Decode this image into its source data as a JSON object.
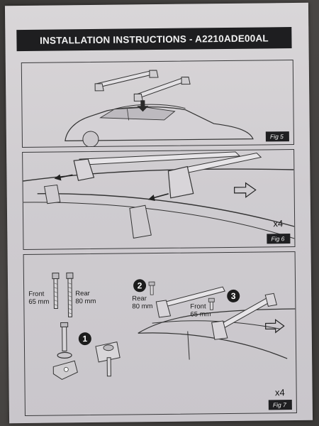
{
  "header": {
    "title": "INSTALLATION INSTRUCTIONS - A2210ADE00AL"
  },
  "fig5": {
    "tag": "Fig 5"
  },
  "fig6": {
    "tag": "Fig 6",
    "multiplier": "x4"
  },
  "fig7": {
    "tag": "Fig 7",
    "multiplier": "x4",
    "bolt_front": {
      "name": "Front",
      "size": "65 mm"
    },
    "bolt_rear": {
      "name": "Rear",
      "size": "80 mm"
    },
    "step1": "1",
    "step2": "2",
    "step3": "3",
    "rear_label": {
      "name": "Rear",
      "size": "80 mm"
    },
    "front_label": {
      "name": "Front",
      "size": "65 mm"
    }
  }
}
